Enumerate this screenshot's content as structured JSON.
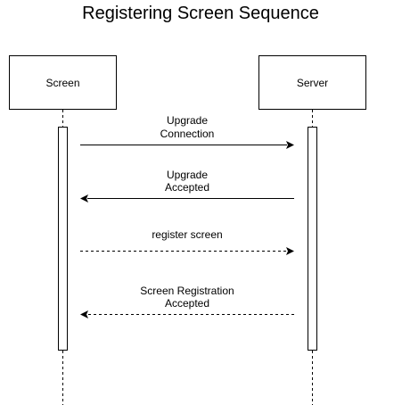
{
  "diagram": {
    "title": "Registering Screen Sequence",
    "participants": [
      {
        "id": "screen",
        "label": "Screen"
      },
      {
        "id": "server",
        "label": "Server"
      }
    ],
    "messages": [
      {
        "from": "screen",
        "to": "server",
        "lines": [
          "Upgrade",
          "Connection"
        ],
        "style": "solid"
      },
      {
        "from": "server",
        "to": "screen",
        "lines": [
          "Upgrade",
          "Accepted"
        ],
        "style": "solid"
      },
      {
        "from": "screen",
        "to": "server",
        "lines": [
          "register screen"
        ],
        "style": "dashed"
      },
      {
        "from": "server",
        "to": "screen",
        "lines": [
          "Screen Registration",
          "Accepted"
        ],
        "style": "dashed"
      }
    ]
  }
}
